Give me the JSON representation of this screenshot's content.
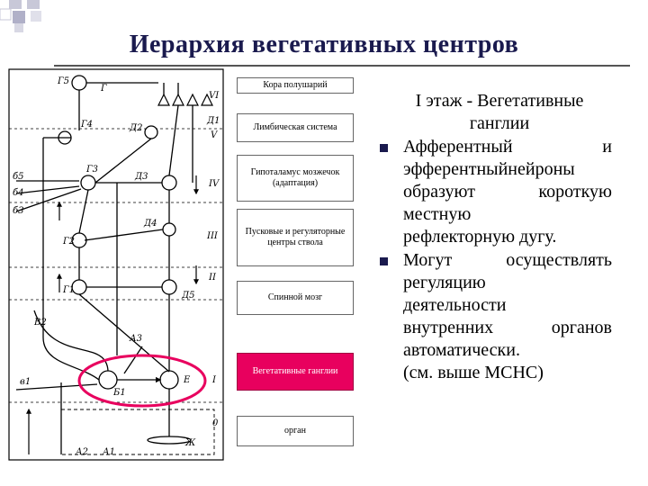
{
  "title": "Иерархия вегетативных центров",
  "colors": {
    "accent": "#e8005e",
    "title": "#1a1a4e",
    "bullet": "#1a1a4e",
    "highlight_oval": "#e8005e"
  },
  "diagram": {
    "labels": {
      "g5": "Г5",
      "g4": "Г4",
      "g3": "Г3",
      "g2": "Г2",
      "g1": "Г1",
      "g_top": "Г",
      "d1": "Д1",
      "d2": "Д2",
      "d3": "Д3",
      "d4": "Д4",
      "d5": "Д5",
      "a3": "А3",
      "a2": "А2",
      "a1": "А1",
      "b1": "Б1",
      "b2": "Б2",
      "b3": "б3",
      "b4": "б4",
      "b5": "б5",
      "v2": "В2",
      "v1": "в1",
      "e": "Е",
      "zh": "Ж",
      "lvl_vi": "VI",
      "lvl_v": "V",
      "lvl_iv": "IV",
      "lvl_iii": "III",
      "lvl_ii": "II",
      "lvl_i": "I",
      "lvl_0": "0"
    }
  },
  "levels": [
    {
      "label": "Кора полушарий"
    },
    {
      "label": "Лимбическая система"
    },
    {
      "label": "Гипоталамус мозжечок (адаптация)"
    },
    {
      "label": "Пусковые и регуляторные центры ствола"
    },
    {
      "label": "Спинной мозг"
    },
    {
      "label": "Вегетативные ганглии"
    },
    {
      "label": "орган"
    }
  ],
  "text": {
    "heading_line1": "I этаж - Вегетативные",
    "heading_line2": "ганглии",
    "b1_l1": "Афферентный и",
    "b1_l2": "эфферентныйнейроны",
    "b1_l3": "образуют короткую",
    "b1_l4": "местную",
    "b1_l5": "рефлекторную дугу.",
    "b2_l1": "Могут осуществлять",
    "b2_l2": "регуляцию",
    "b2_l3": "деятельности",
    "b2_l4": "внутренних органов",
    "b2_l5": "автоматически.",
    "note": "(см. выше МСНС)"
  }
}
